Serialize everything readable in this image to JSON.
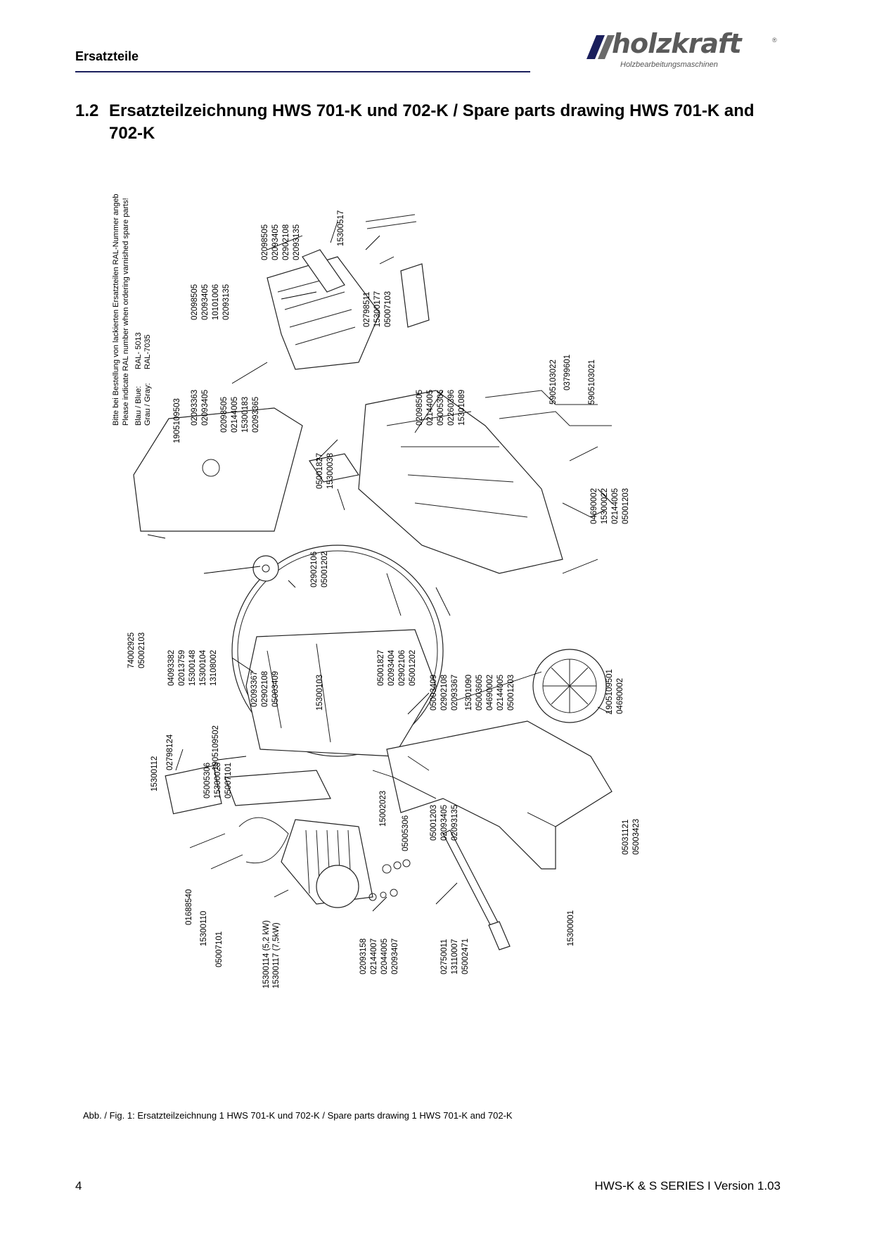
{
  "header": {
    "title": "Ersatzteile",
    "logo_word": "holzkraft",
    "logo_sub": "Holzbearbeitungsmaschinen",
    "logo_reg": "®"
  },
  "section": {
    "number": "1.2",
    "title_line1": "Ersatzteilzeichnung HWS 701-K und 702-K / Spare parts drawing HWS 701-K and",
    "title_line2": "702-K"
  },
  "drawing": {
    "notes": [
      "Bitte bei Bestellung von lackierten Ersatzteilen RAL-Nummer angeben!",
      "Please indicate RAL number when ordering varnished spare parts!",
      "Blau / Blue:",
      "Grau / Gray:",
      "RAL- 5013",
      "RAL-7035"
    ],
    "labels": [
      "02098505",
      "02093405",
      "02902108",
      "02093135",
      "15300517",
      "02098505",
      "02093405",
      "10101006",
      "02093135",
      "02798511",
      "15300177",
      "05007103",
      "02093363",
      "02093405",
      "02098505",
      "02144005",
      "15300183",
      "02093365",
      "02098505",
      "02144005",
      "05005306",
      "02260396",
      "15301089",
      "5905103022",
      "03799601",
      "5905103021",
      "1905109503",
      "05001827",
      "15300038",
      "04690002",
      "15300022",
      "02144005",
      "05001203",
      "02902106",
      "05001202",
      "74002925",
      "05002103",
      "04093382",
      "02013759",
      "15300148",
      "15300104",
      "13108002",
      "02093367",
      "02902108",
      "05003409",
      "15300103",
      "05001827",
      "02093404",
      "02902106",
      "05001202",
      "05003409",
      "02902108",
      "02093367",
      "15301090",
      "05003605",
      "04690002",
      "02144005",
      "05001203",
      "1905109501",
      "04690002",
      "1905109502",
      "05001203",
      "02093405",
      "02093135",
      "05005306",
      "05031121",
      "05003423",
      "15300112",
      "02798124",
      "05005306",
      "15300028",
      "05007101",
      "15002023",
      "01688540",
      "15300110",
      "05007101",
      "15300114 (5,2 kW)",
      "15300117 (7,5kW)",
      "02093158",
      "02144007",
      "02044005",
      "02093407",
      "02750011",
      "13110007",
      "05002471",
      "15300001"
    ]
  },
  "caption": "Abb. / Fig. 1: Ersatzteilzeichnung 1 HWS 701-K und 702-K / Spare parts drawing 1 HWS 701-K and 702-K",
  "footer": {
    "page": "4",
    "version": "HWS-K & S SERIES I Version 1.03"
  }
}
